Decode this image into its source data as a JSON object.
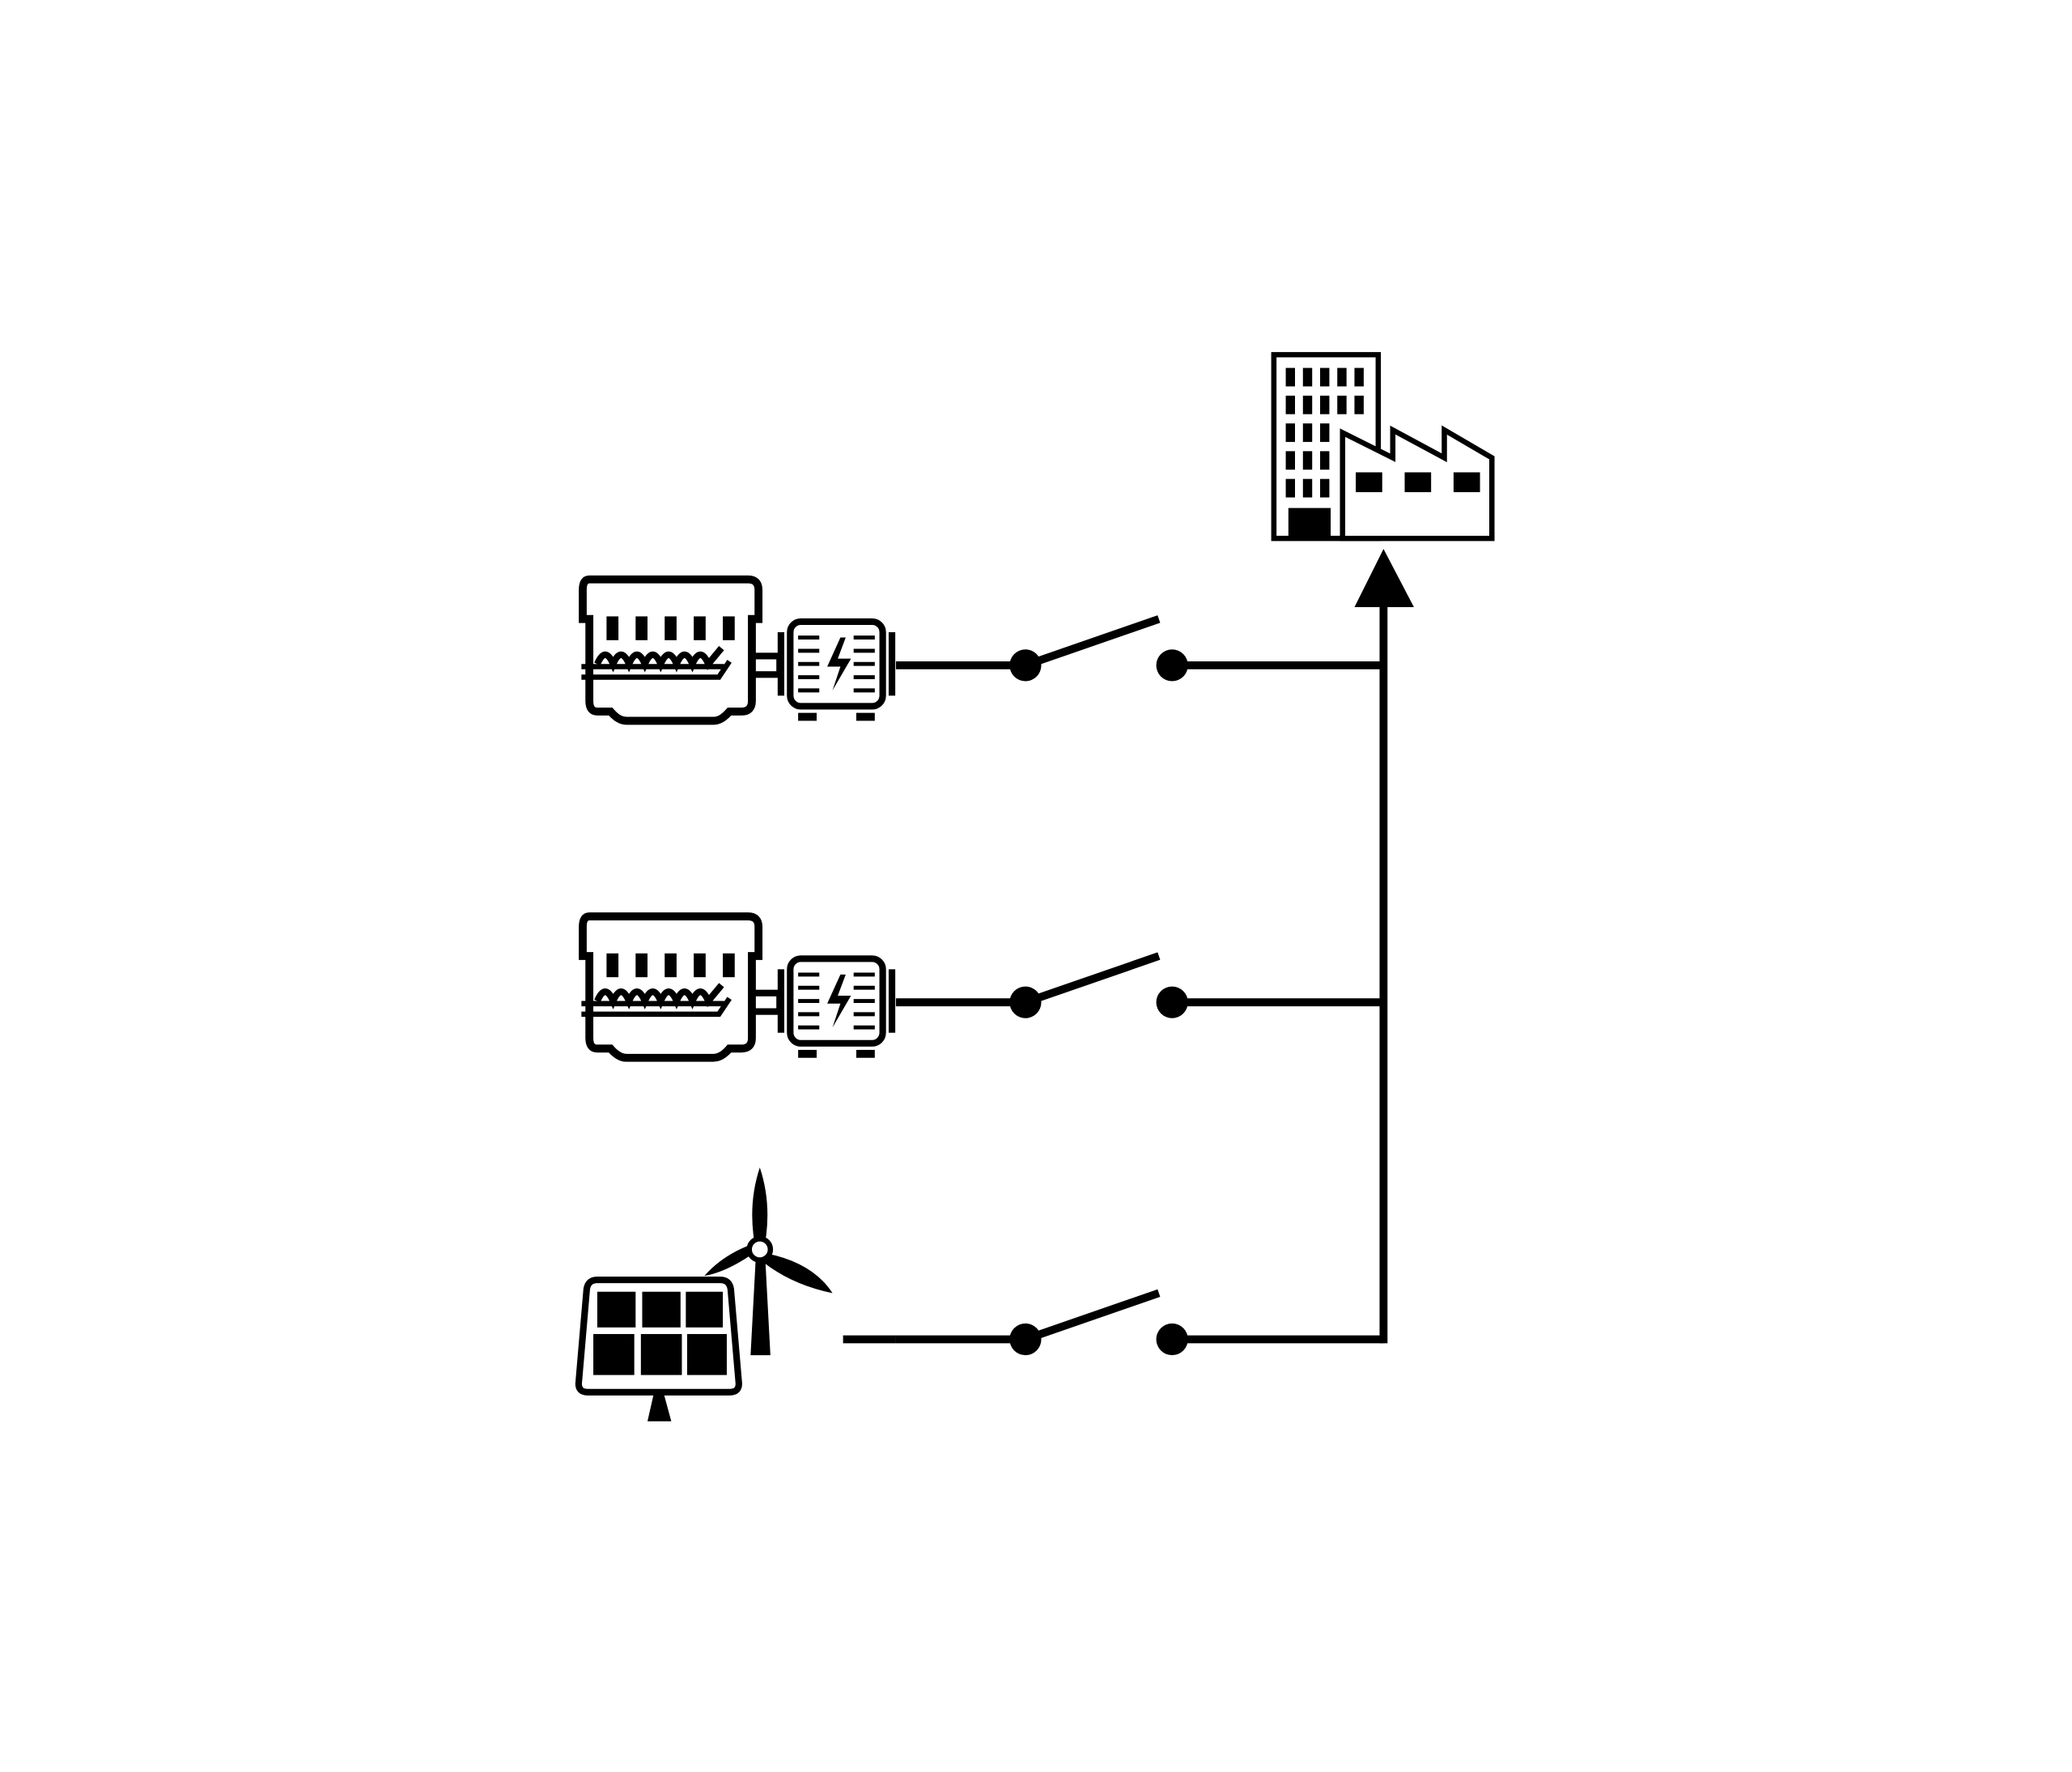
{
  "diagram": {
    "load": {
      "icon": "building-factory-icon"
    },
    "bus": {
      "icon": "arrow-up-icon"
    },
    "feeders": [
      {
        "source_icon": "diesel-generator-icon",
        "switch_state": "open"
      },
      {
        "source_icon": "diesel-generator-icon",
        "switch_state": "open"
      },
      {
        "source_icon": "solar-wind-icon",
        "switch_state": "open"
      }
    ]
  },
  "colors": {
    "stroke": "#000000",
    "background": "#ffffff"
  }
}
